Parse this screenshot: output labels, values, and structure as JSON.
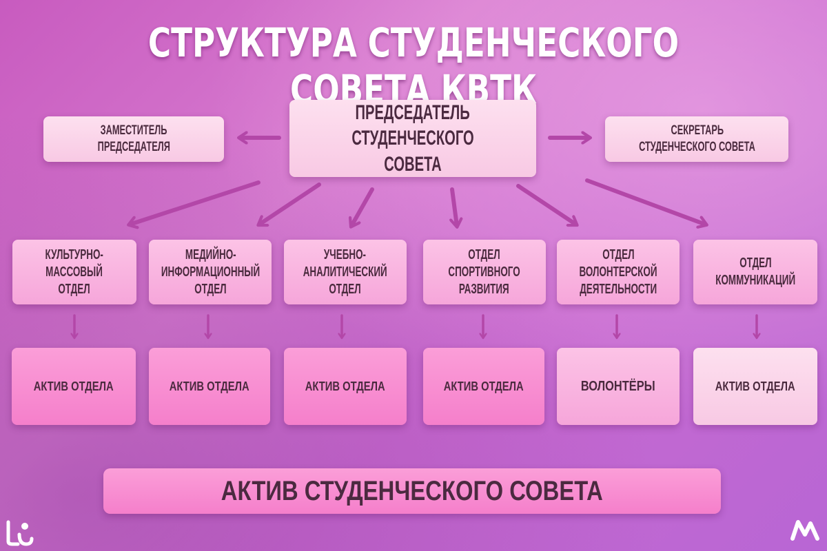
{
  "title": "СТРУКТУРА СТУДЕНЧЕСКОГО СОВЕТА КВТК",
  "chairman": {
    "line1": "ПРЕДСЕДАТЕЛЬ",
    "line2": "СТУДЕНЧЕСКОГО СОВЕТА"
  },
  "deputy": {
    "line1": "ЗАМЕСТИТЕЛЬ",
    "line2": "ПРЕДСЕДАТЕЛЯ"
  },
  "secretary": {
    "line1": "СЕКРЕТАРЬ",
    "line2": "СТУДЕНЧЕСКОГО СОВЕТА"
  },
  "departments": [
    {
      "lines": [
        "КУЛЬТУРНО-",
        "МАССОВЫЙ",
        "ОТДЕЛ"
      ],
      "sub": "АКТИВ ОТДЕЛА"
    },
    {
      "lines": [
        "МЕДИЙНО-",
        "ИНФОРМАЦИОННЫЙ",
        "ОТДЕЛ"
      ],
      "sub": "АКТИВ ОТДЕЛА"
    },
    {
      "lines": [
        "УЧЕБНО-",
        "АНАЛИТИЧЕСКИЙ",
        "ОТДЕЛ"
      ],
      "sub": "АКТИВ ОТДЕЛА"
    },
    {
      "lines": [
        "ОТДЕЛ",
        "СПОРТИВНОГО",
        "РАЗВИТИЯ"
      ],
      "sub": "АКТИВ ОТДЕЛА"
    },
    {
      "lines": [
        "ОТДЕЛ",
        "ВОЛОНТЕРСКОЙ",
        "ДЕЯТЕЛЬНОСТИ"
      ],
      "sub": "ВОЛОНТЁРЫ"
    },
    {
      "lines": [
        "ОТДЕЛ",
        "КОММУНИКАЦИЙ"
      ],
      "sub": "АКТИВ ОТДЕЛА"
    }
  ],
  "bottom": "АКТИВ СТУДЕНЧЕСКОГО СОВЕТА",
  "colors": {
    "arrow": "#b347a8",
    "text": "#4a2a3e",
    "title": "#ffffff"
  }
}
